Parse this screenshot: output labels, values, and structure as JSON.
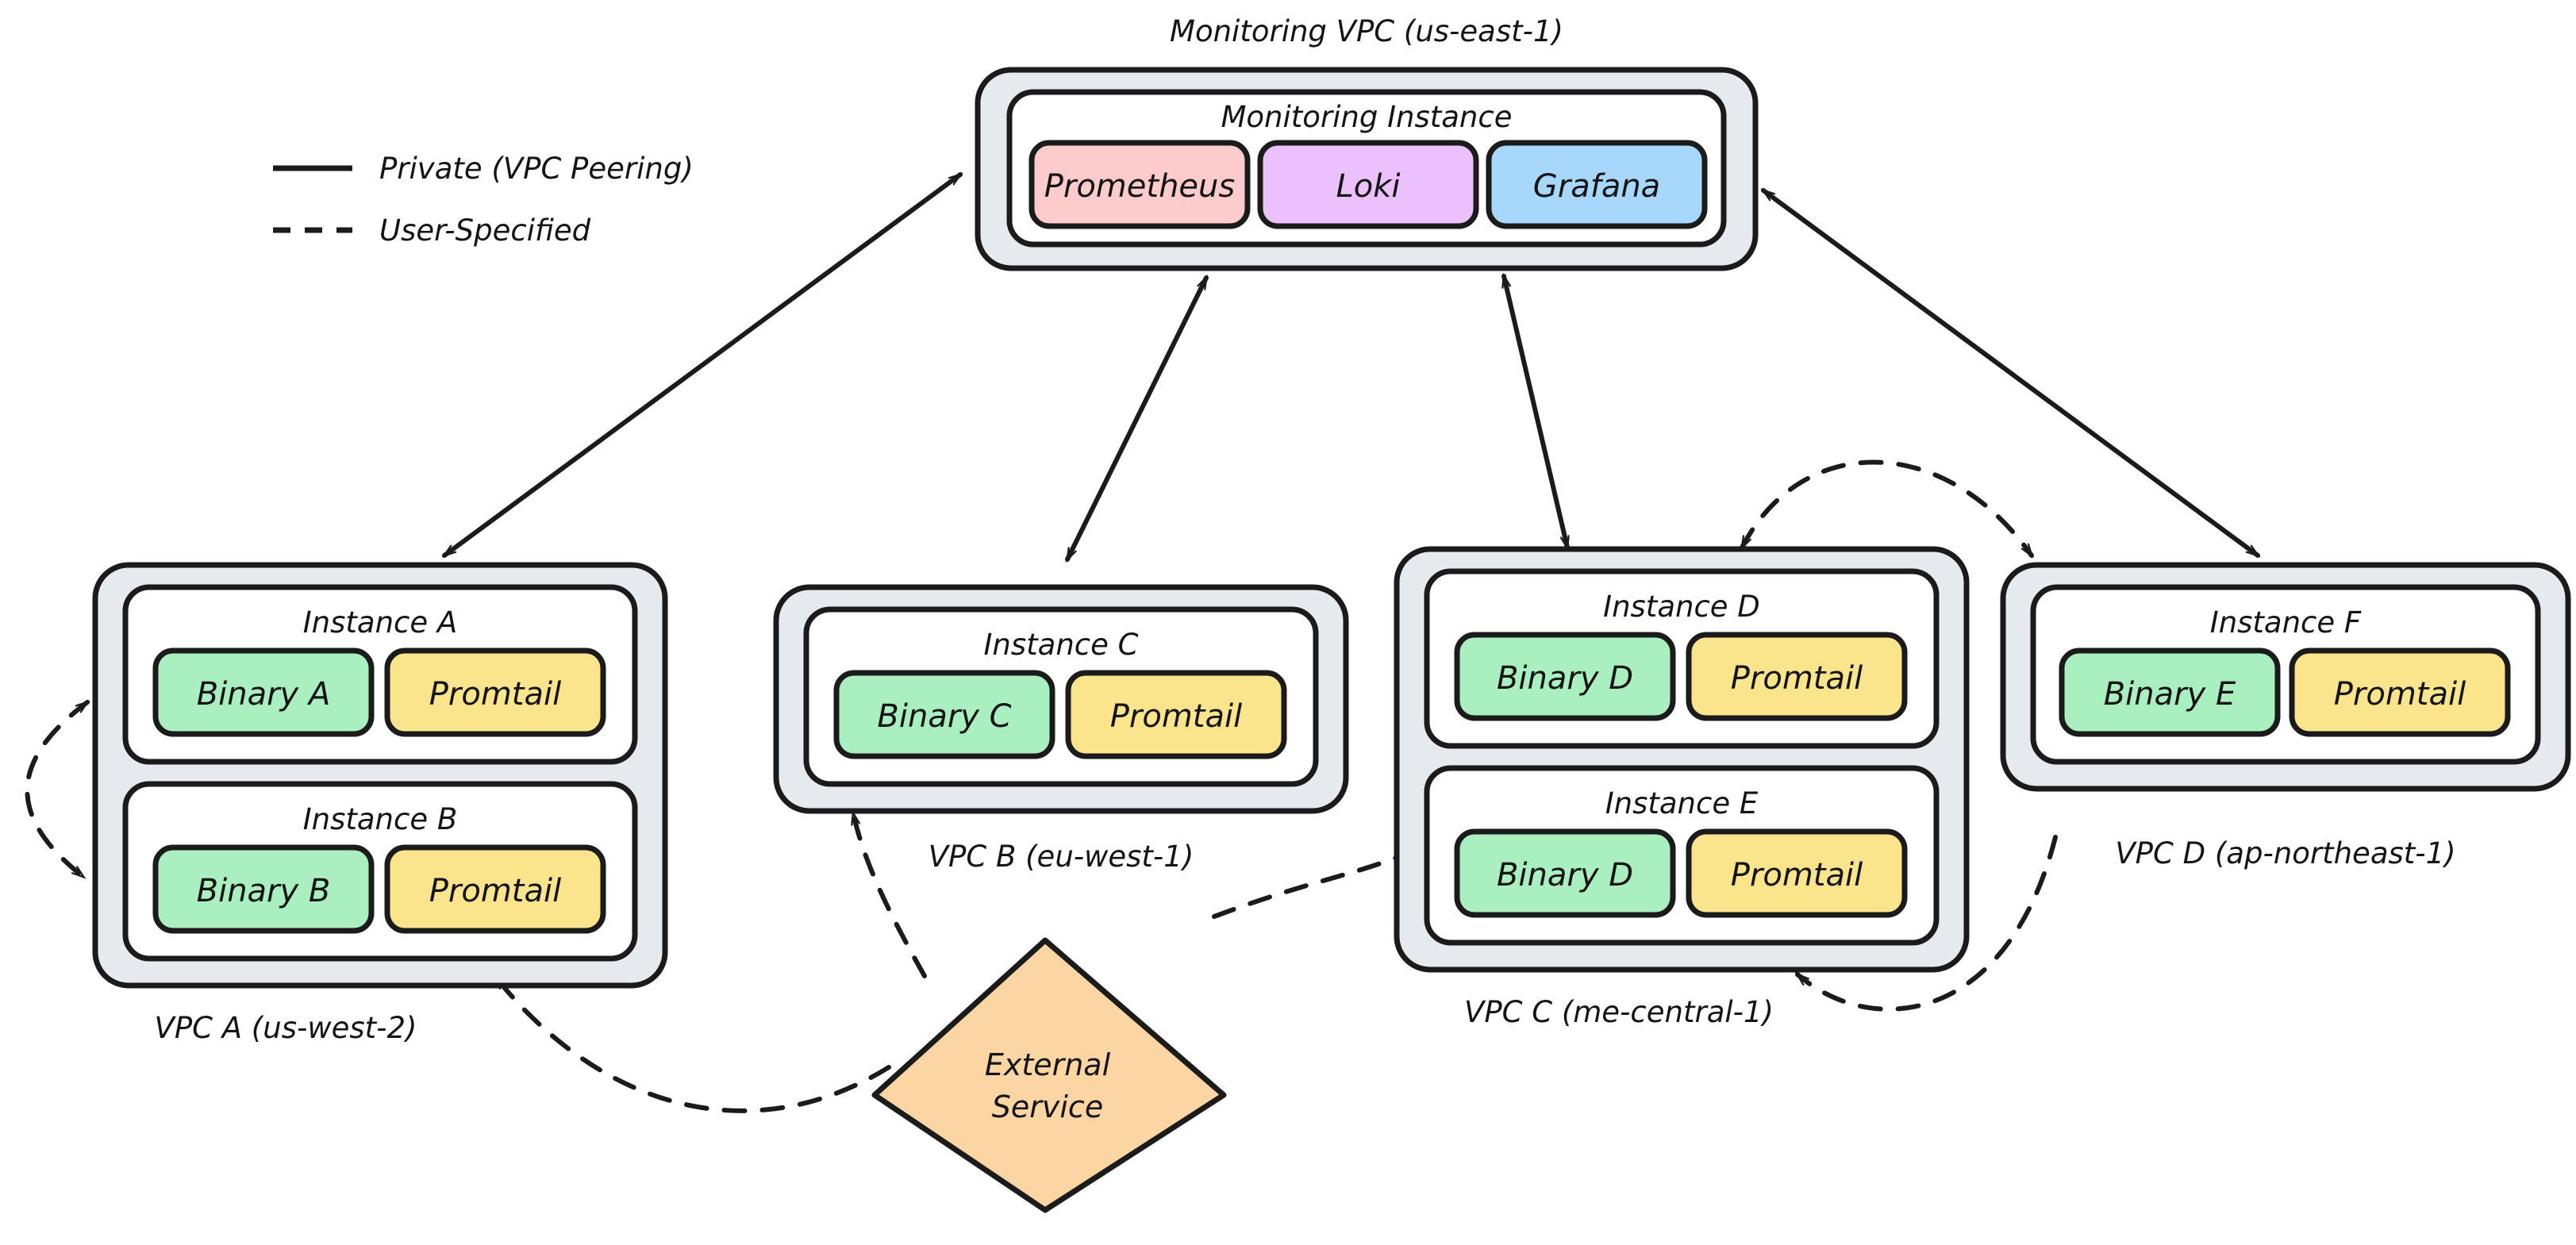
{
  "legend": {
    "items": [
      {
        "style": "solid",
        "label": "Private (VPC Peering)"
      },
      {
        "style": "dashed",
        "label": "User-Specified"
      }
    ]
  },
  "monitoring_vpc": {
    "label": "Monitoring VPC (us-east-1)",
    "instance": {
      "label": "Monitoring Instance",
      "services": [
        {
          "name": "Prometheus",
          "color": "#fccccc"
        },
        {
          "name": "Loki",
          "color": "#ebc0fb"
        },
        {
          "name": "Grafana",
          "color": "#a7d8fb"
        }
      ]
    }
  },
  "vpcs": [
    {
      "id": "vpc-a",
      "label": "VPC A (us-west-2)",
      "instances": [
        {
          "label": "Instance A",
          "binary": "Binary A",
          "agent": "Promtail"
        },
        {
          "label": "Instance B",
          "binary": "Binary B",
          "agent": "Promtail"
        }
      ]
    },
    {
      "id": "vpc-b",
      "label": "VPC B (eu-west-1)",
      "instances": [
        {
          "label": "Instance C",
          "binary": "Binary C",
          "agent": "Promtail"
        }
      ]
    },
    {
      "id": "vpc-c",
      "label": "VPC C (me-central-1)",
      "instances": [
        {
          "label": "Instance D",
          "binary": "Binary D",
          "agent": "Promtail"
        },
        {
          "label": "Instance E",
          "binary": "Binary D",
          "agent": "Promtail"
        }
      ]
    },
    {
      "id": "vpc-d",
      "label": "VPC D (ap-northeast-1)",
      "instances": [
        {
          "label": "Instance F",
          "binary": "Binary E",
          "agent": "Promtail"
        }
      ]
    }
  ],
  "external_service": {
    "line1": "External",
    "line2": "Service"
  },
  "colors": {
    "vpc_fill": "#e6eaee",
    "instance_fill": "#ffffff",
    "binary": "#a9efc0",
    "agent": "#fbe58c",
    "external": "#fbd6a3",
    "stroke": "#1b1b1b"
  },
  "edges": [
    {
      "from": "vpc-a",
      "to": "monitoring-vpc",
      "style": "solid",
      "arrows": "both"
    },
    {
      "from": "vpc-b",
      "to": "monitoring-vpc",
      "style": "solid",
      "arrows": "both"
    },
    {
      "from": "monitoring-vpc",
      "to": "vpc-c",
      "style": "solid",
      "arrows": "both"
    },
    {
      "from": "vpc-d",
      "to": "monitoring-vpc",
      "style": "solid",
      "arrows": "both"
    },
    {
      "from": "instance-a",
      "to": "instance-b",
      "style": "dashed",
      "arrows": "both"
    },
    {
      "from": "external-service",
      "to": "vpc-a",
      "style": "dashed",
      "arrows": "one"
    },
    {
      "from": "external-service",
      "to": "vpc-b",
      "style": "dashed",
      "arrows": "one"
    },
    {
      "from": "external-service",
      "to": "vpc-c",
      "style": "dashed",
      "arrows": "one"
    },
    {
      "from": "vpc-c",
      "to": "vpc-d",
      "style": "dashed",
      "arrows": "both"
    },
    {
      "from": "vpc-d",
      "to": "vpc-c",
      "style": "dashed",
      "arrows": "one"
    }
  ]
}
